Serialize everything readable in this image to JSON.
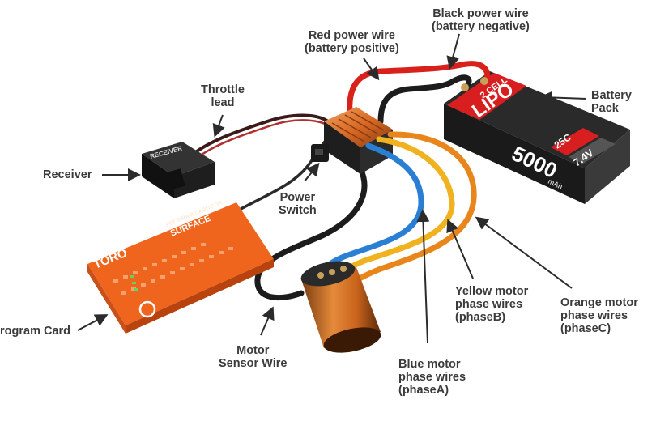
{
  "labels": {
    "black_power": [
      "Black power wire",
      "(battery negative)"
    ],
    "red_power": [
      "Red power wire",
      "(battery positive)"
    ],
    "throttle": [
      "Throttle",
      "lead"
    ],
    "battery_pack": [
      "Battery",
      "Pack"
    ],
    "receiver": [
      "Receiver"
    ],
    "power_switch": [
      "Power",
      "Switch"
    ],
    "program_card": [
      "rogram Card"
    ],
    "motor_sensor": [
      "Motor",
      "Sensor Wire"
    ],
    "yellow_phase": [
      "Yellow motor",
      "phase wires",
      "(phaseB)"
    ],
    "orange_phase": [
      "Orange motor",
      "phase wires",
      "(phaseC)"
    ],
    "blue_phase": [
      "Blue motor",
      "phase wires",
      "(phaseA)"
    ]
  },
  "device_text": {
    "receiver_top": "RECEIVER",
    "battery_cells": "2 CELL",
    "battery_type": "LIPO",
    "battery_capacity": "5000",
    "battery_unit": "mAh",
    "battery_c": "25C",
    "battery_voltage": "7.4V",
    "card_title": "PROGRAM CARD FOR",
    "card_sub": "SURFACE",
    "card_logo": "TORO"
  },
  "colors": {
    "red_wire": "#d9211b",
    "black_wire": "#1c1c1c",
    "blue_wire": "#2a7fd4",
    "yellow_wire": "#f0b21e",
    "orange_wire": "#e8861c",
    "card_orange": "#f0651e",
    "esc_copper": "#d86a24",
    "battery_red": "#d81e1e"
  }
}
